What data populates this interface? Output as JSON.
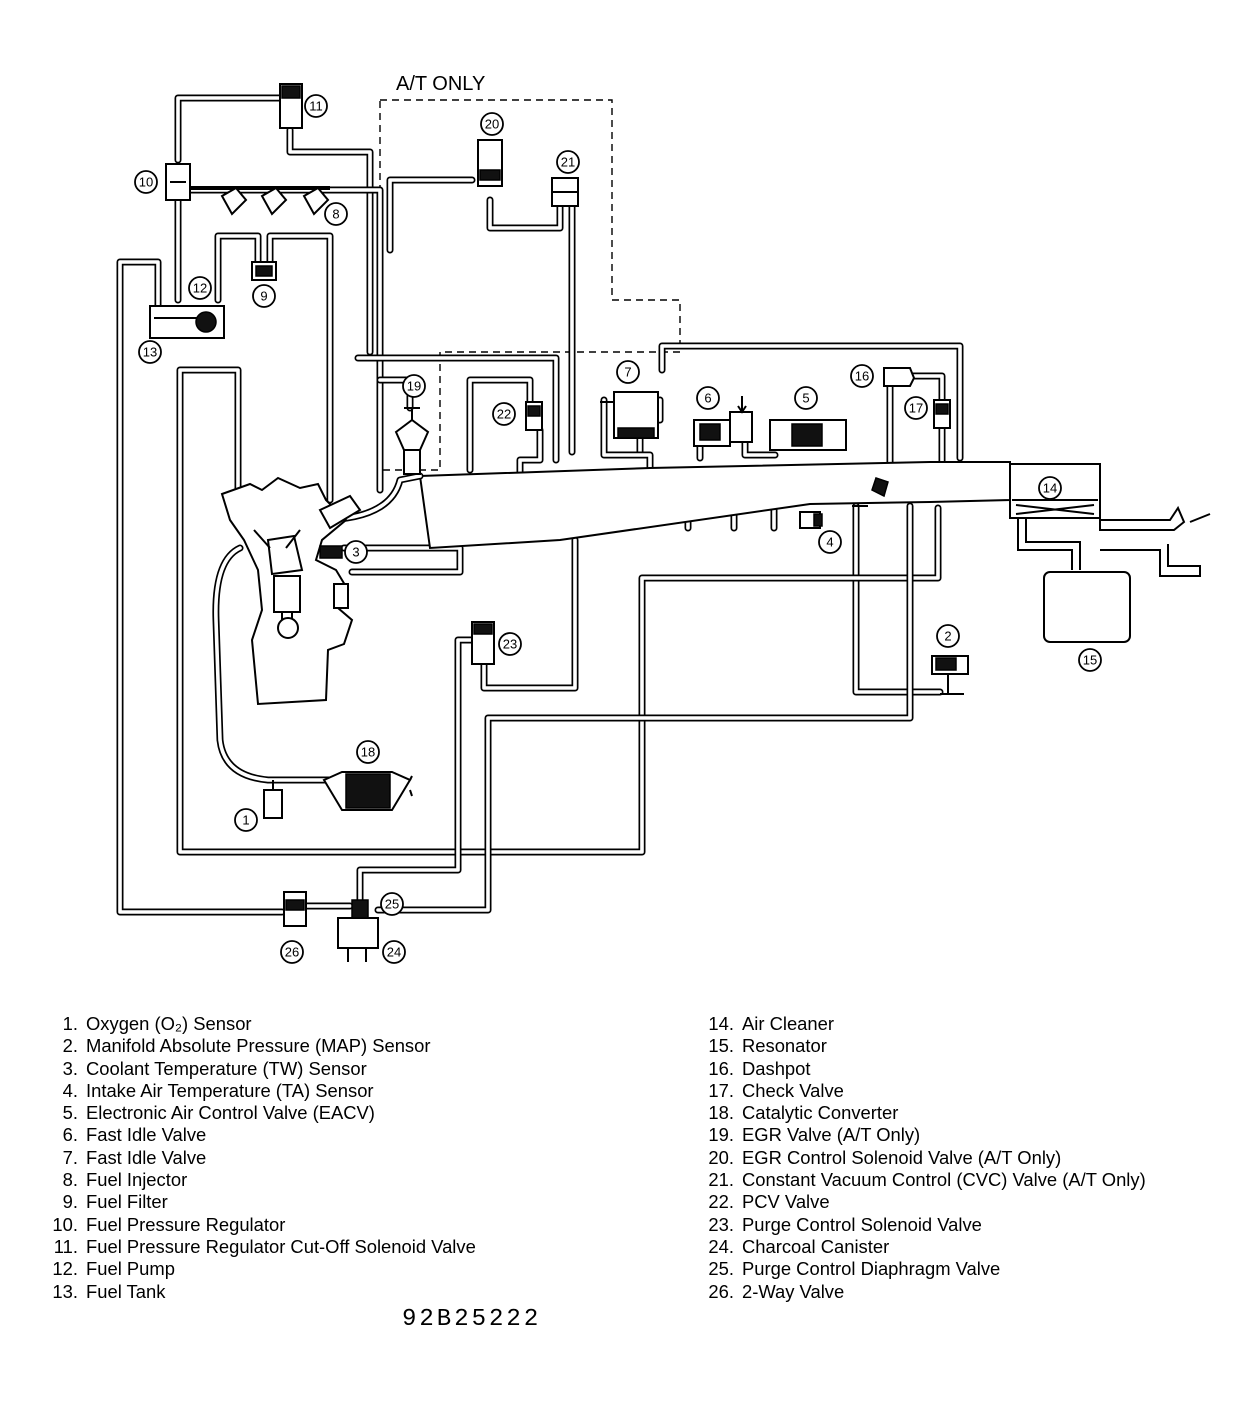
{
  "diagram": {
    "at_only_label": "A/T ONLY",
    "callouts": [
      "1",
      "2",
      "3",
      "4",
      "5",
      "6",
      "7",
      "8",
      "9",
      "10",
      "11",
      "12",
      "13",
      "14",
      "15",
      "16",
      "17",
      "18",
      "19",
      "20",
      "21",
      "22",
      "23",
      "24",
      "25",
      "26"
    ]
  },
  "legend": {
    "left": [
      {
        "num": "1.",
        "text": "Oxygen (O₂) Sensor"
      },
      {
        "num": "2.",
        "text": "Manifold Absolute Pressure (MAP) Sensor"
      },
      {
        "num": "3.",
        "text": "Coolant Temperature (TW) Sensor"
      },
      {
        "num": "4.",
        "text": "Intake Air Temperature (TA) Sensor"
      },
      {
        "num": "5.",
        "text": "Electronic Air Control Valve (EACV)"
      },
      {
        "num": "6.",
        "text": "Fast Idle Valve"
      },
      {
        "num": "7.",
        "text": "Fast Idle Valve"
      },
      {
        "num": "8.",
        "text": "Fuel Injector"
      },
      {
        "num": "9.",
        "text": "Fuel Filter"
      },
      {
        "num": "10.",
        "text": "Fuel Pressure Regulator"
      },
      {
        "num": "11.",
        "text": "Fuel Pressure Regulator Cut-Off Solenoid Valve"
      },
      {
        "num": "12.",
        "text": "Fuel Pump"
      },
      {
        "num": "13.",
        "text": "Fuel Tank"
      }
    ],
    "right": [
      {
        "num": "14.",
        "text": "Air Cleaner"
      },
      {
        "num": "15.",
        "text": "Resonator"
      },
      {
        "num": "16.",
        "text": "Dashpot"
      },
      {
        "num": "17.",
        "text": "Check Valve"
      },
      {
        "num": "18.",
        "text": "Catalytic Converter"
      },
      {
        "num": "19.",
        "text": "EGR Valve (A/T Only)"
      },
      {
        "num": "20.",
        "text": "EGR Control Solenoid Valve (A/T Only)"
      },
      {
        "num": "21.",
        "text": "Constant Vacuum Control (CVC) Valve (A/T Only)"
      },
      {
        "num": "22.",
        "text": "PCV Valve"
      },
      {
        "num": "23.",
        "text": "Purge Control Solenoid Valve"
      },
      {
        "num": "24.",
        "text": "Charcoal Canister"
      },
      {
        "num": "25.",
        "text": "Purge Control Diaphragm Valve"
      },
      {
        "num": "26.",
        "text": "2-Way Valve"
      }
    ]
  },
  "figure_id": "92B25222"
}
